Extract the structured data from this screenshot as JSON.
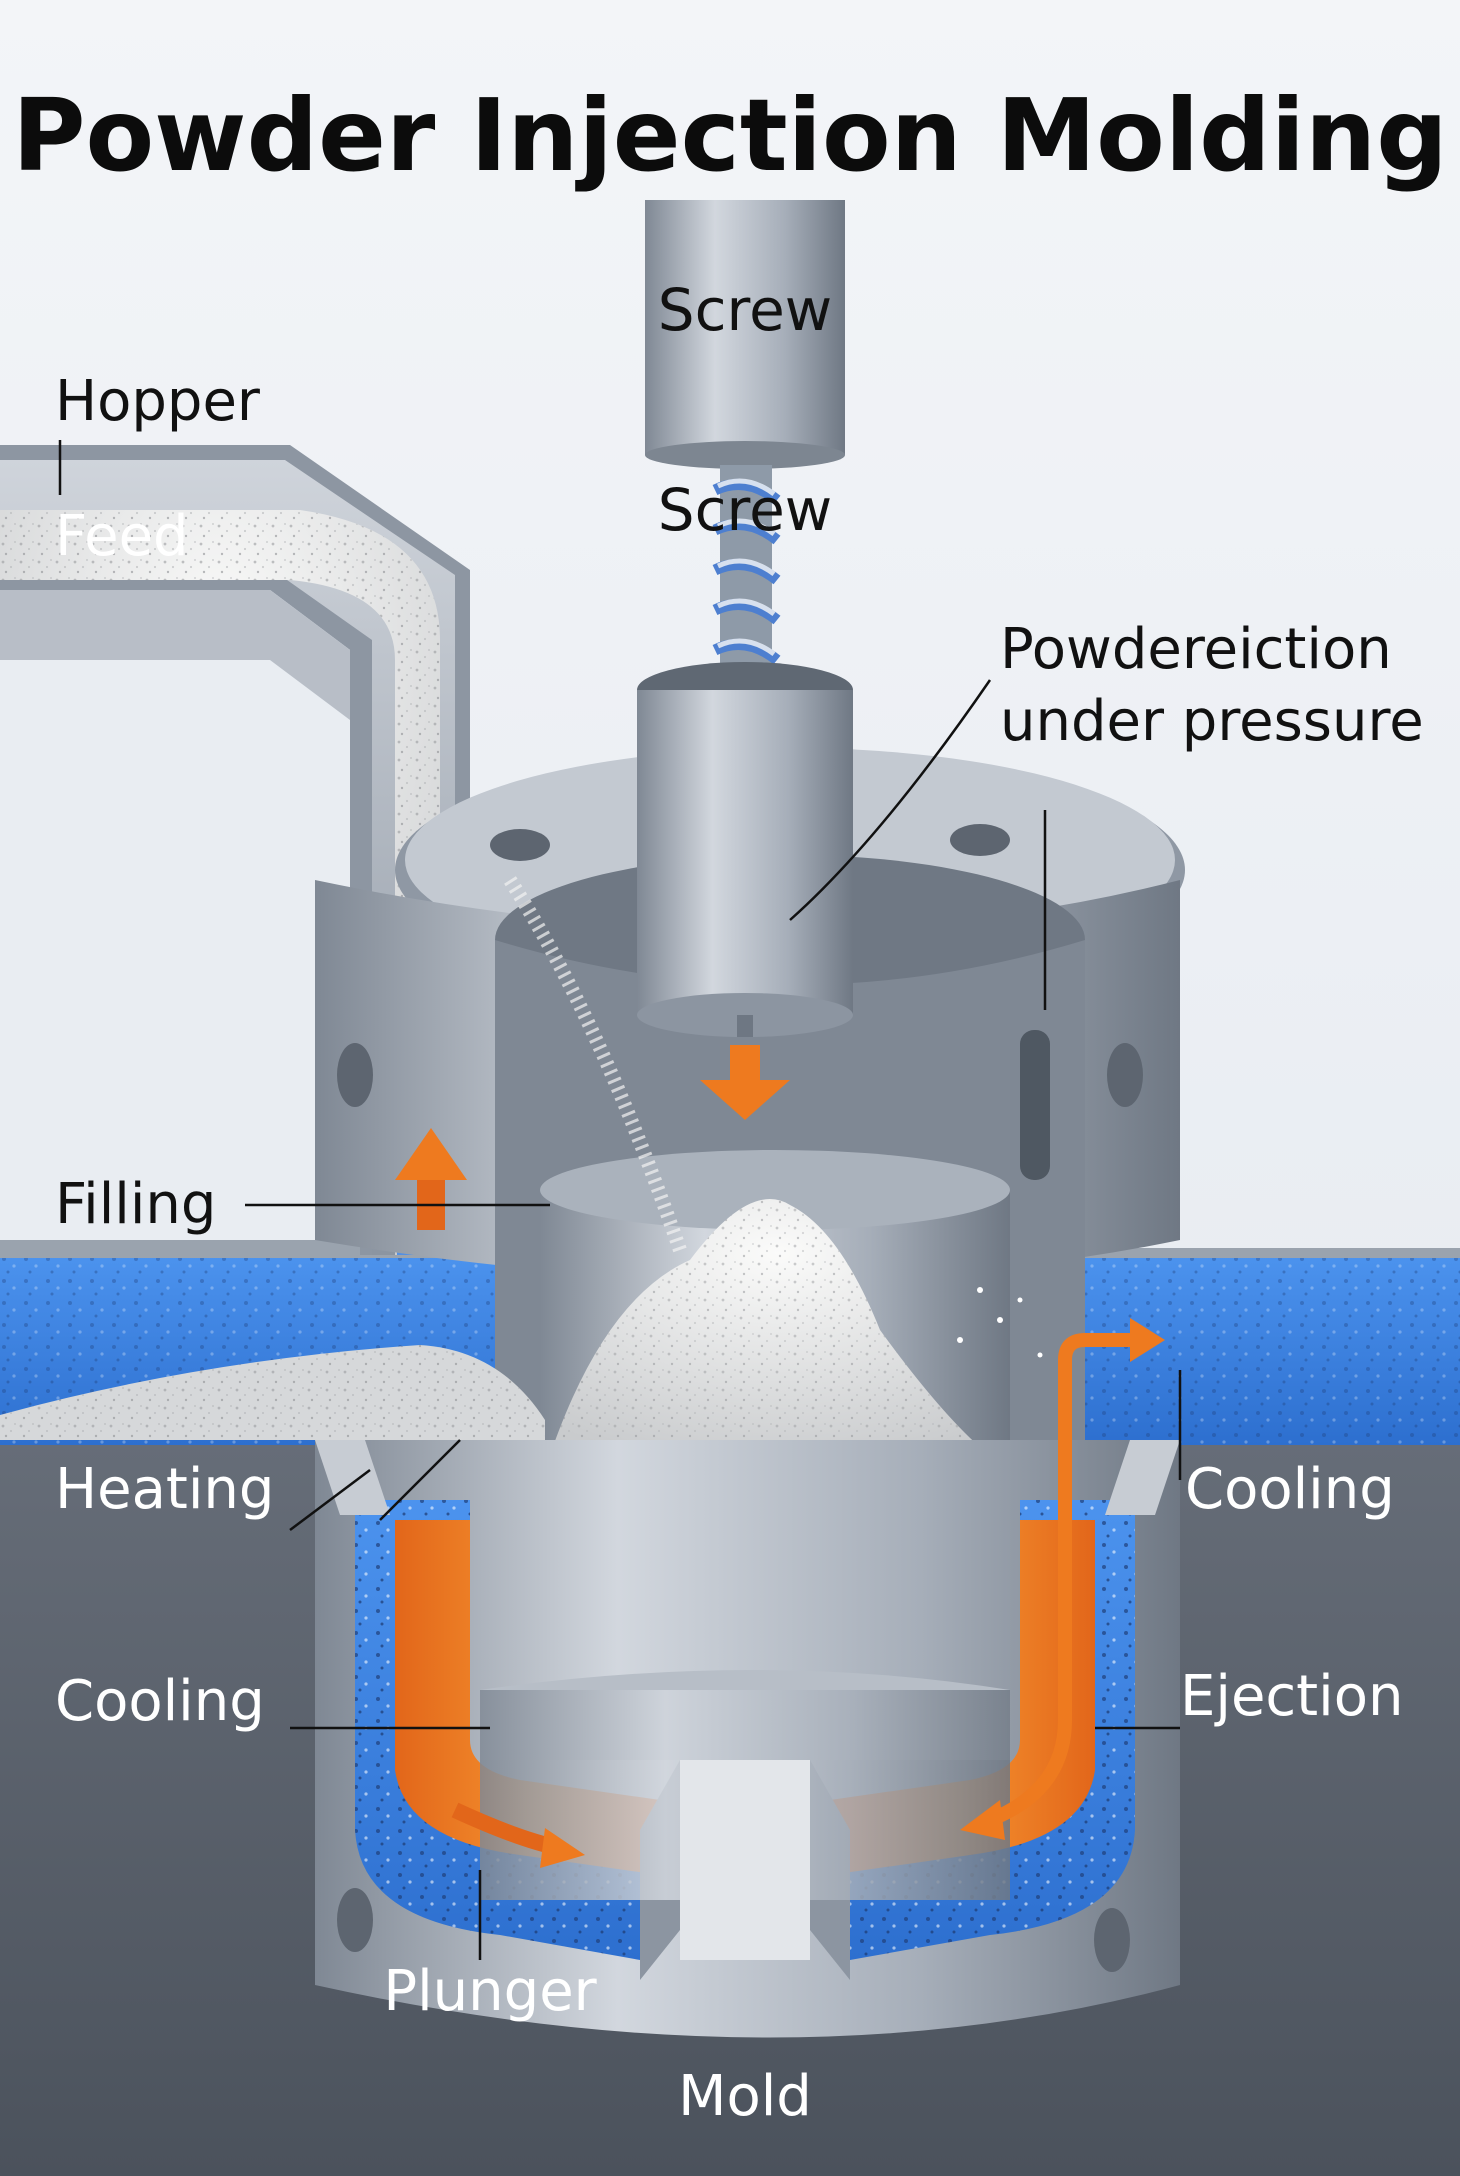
{
  "title": "Powder Injection Molding",
  "labels": {
    "screw_top": "Screw",
    "screw_mid": "Screw",
    "hopper": "Hopper",
    "feed": "Feed",
    "injection_line1": "Powdereiction",
    "injection_line2": "under pressure",
    "filling": "Filling",
    "heating": "Heating",
    "cooling_right": "Cooling",
    "cooling_left": "Cooling",
    "ejection": "Ejection",
    "plunger": "Plunger",
    "mold": "Mold"
  },
  "colors": {
    "steel": "#a9b1bc",
    "steel_dark": "#6e7783",
    "coolant_blue": "#3f86e6",
    "heat_orange": "#ee7a1f",
    "powder": "#e6e6e4",
    "base_dark": "#5b626d",
    "background": "#e9edf2"
  }
}
